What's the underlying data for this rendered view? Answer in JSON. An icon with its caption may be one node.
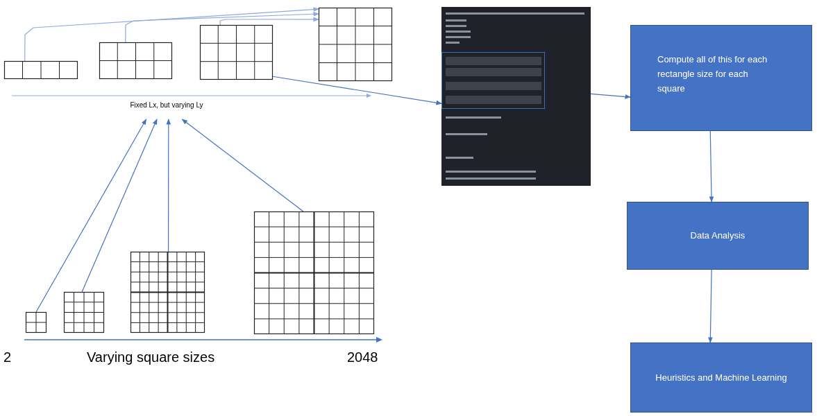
{
  "diagram": {
    "nodes": [
      {
        "text": [],
        "shape": "grid"
      },
      {
        "text": [],
        "shape": "grid"
      },
      {
        "text": [],
        "shape": "grid"
      },
      {
        "text": [],
        "shape": "grid"
      },
      {
        "text": [
          "Fixed Lx, but varying Ly"
        ]
      },
      {
        "text": [],
        "shape": "grid"
      },
      {
        "text": [],
        "shape": "grid"
      },
      {
        "text": [],
        "shape": "grid"
      },
      {
        "text": [],
        "shape": "grid"
      },
      {
        "text": [],
        "shape": "picture"
      },
      {
        "text": [],
        "shape": "box",
        "in": 9
      },
      {
        "text": [
          "Compute all of this for each rectangle size for each square"
        ]
      },
      {
        "text": [
          "Data Analysis"
        ]
      },
      {
        "text": [
          "Heuristics and Machine Learning"
        ]
      }
    ],
    "edges": [
      {
        "from": 0,
        "to": 3,
        "arrow": "to",
        "color": "#8faadc"
      },
      {
        "from": 1,
        "to": 3,
        "arrow": "to",
        "color": "#8faadc"
      },
      {
        "from": 2,
        "to": 3,
        "arrow": "to",
        "color": "#8faadc"
      },
      {
        "from": 5,
        "to": 4,
        "arrow": "to"
      },
      {
        "from": 6,
        "to": 4,
        "arrow": "to"
      },
      {
        "from": 7,
        "to": 4,
        "arrow": "to"
      },
      {
        "from": 8,
        "to": 4,
        "arrow": "to"
      },
      {
        "from": 2,
        "to": 9,
        "arrow": "to"
      },
      {
        "from": 10,
        "to": 11,
        "arrow": "to"
      },
      {
        "from": 11,
        "to": 12,
        "arrow": "to"
      },
      {
        "from": 12,
        "to": 13,
        "arrow": "to"
      }
    ],
    "labels": [
      "2",
      "Varying square sizes",
      "2048"
    ]
  }
}
